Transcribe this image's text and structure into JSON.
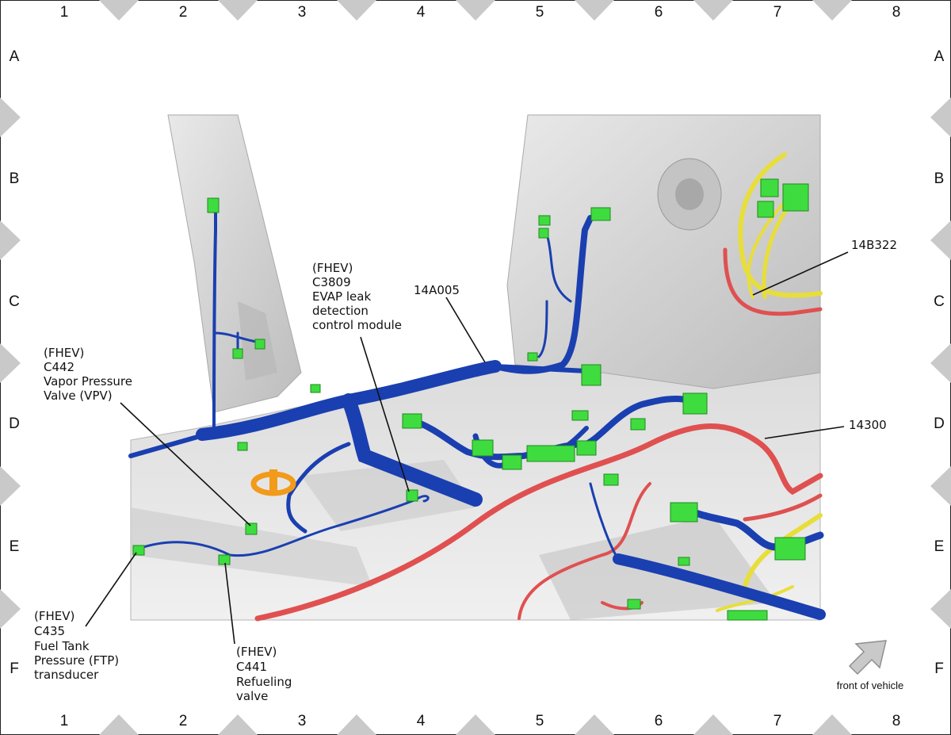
{
  "grid": {
    "columns": [
      "1",
      "2",
      "3",
      "4",
      "5",
      "6",
      "7",
      "8"
    ],
    "rows": [
      "A",
      "B",
      "C",
      "D",
      "E",
      "F"
    ]
  },
  "callouts": {
    "c442": [
      "(FHEV)",
      "C442",
      "Vapor Pressure",
      "Valve (VPV)"
    ],
    "c3809": [
      "(FHEV)",
      "C3809",
      "EVAP leak",
      "detection",
      "control module"
    ],
    "c435": [
      "(FHEV)",
      "C435",
      "Fuel Tank",
      "Pressure (FTP)",
      "transducer"
    ],
    "c441": [
      "(FHEV)",
      "C441",
      "Refueling",
      "valve"
    ],
    "h14a005": "14A005",
    "h14b322": "14B322",
    "h14300": "14300"
  },
  "orientation": {
    "label": "front of vehicle"
  },
  "colors": {
    "body_panel": "#dcdcdc",
    "harness_main": "#1a3fb0",
    "harness_red": "#e05050",
    "harness_yellow": "#e8de3a",
    "connector": "#3fdc3f",
    "evap_part": "#f29a1a",
    "border_marker": "#c9c9c9"
  }
}
